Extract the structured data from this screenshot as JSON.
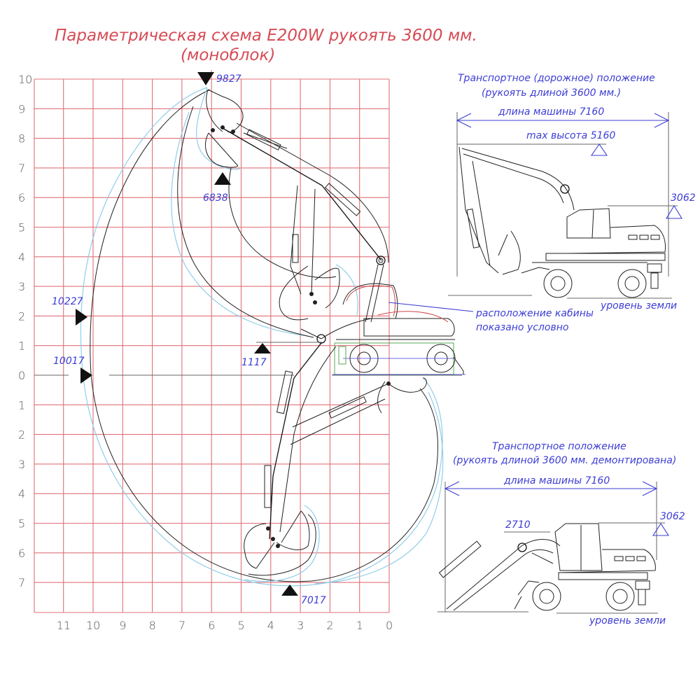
{
  "title": {
    "line1": "Параметрическая схема E200W рукоять 3600 мм.",
    "line2": "(моноблок)"
  },
  "colors": {
    "grid": "#e07078",
    "title": "#d64b55",
    "dimension": "#3d3dd6",
    "envelope_blue": "#8fcde8",
    "ink": "#222222"
  },
  "working_range": {
    "y_axis_labels": [
      "10",
      "9",
      "8",
      "7",
      "6",
      "5",
      "4",
      "3",
      "2",
      "1",
      "0",
      "1",
      "2",
      "3",
      "4",
      "5",
      "6",
      "7"
    ],
    "x_axis_labels": [
      "11",
      "10",
      "9",
      "8",
      "7",
      "6",
      "5",
      "4",
      "3",
      "2",
      "1",
      "0"
    ],
    "units": "m",
    "dimensions": {
      "max_digging_height": "9827",
      "max_dumping_height": "6838",
      "max_reach_at_2m": "10227",
      "max_reach_ground": "10017",
      "min_dumping_height": "1117",
      "max_digging_depth": "7017"
    },
    "cabin_note": {
      "line1": "расположение кабины",
      "line2": "показано условно"
    }
  },
  "transport_road": {
    "title_line1": "Транспортное (дорожное) положение",
    "title_line2": "(рукоять длиной 3600 мм.)",
    "machine_length": "длина машины 7160",
    "max_height": "max высота 5160",
    "cab_height": "3062",
    "ground_level": "уровень земли"
  },
  "transport_dismounted": {
    "title_line1": "Транспортное положение",
    "title_line2": "(рукоять длиной 3600 мм. демонтирована)",
    "machine_length": "длина машины 7160",
    "boom_height": "2710",
    "cab_height": "3062",
    "ground_level": "уровень земли"
  }
}
